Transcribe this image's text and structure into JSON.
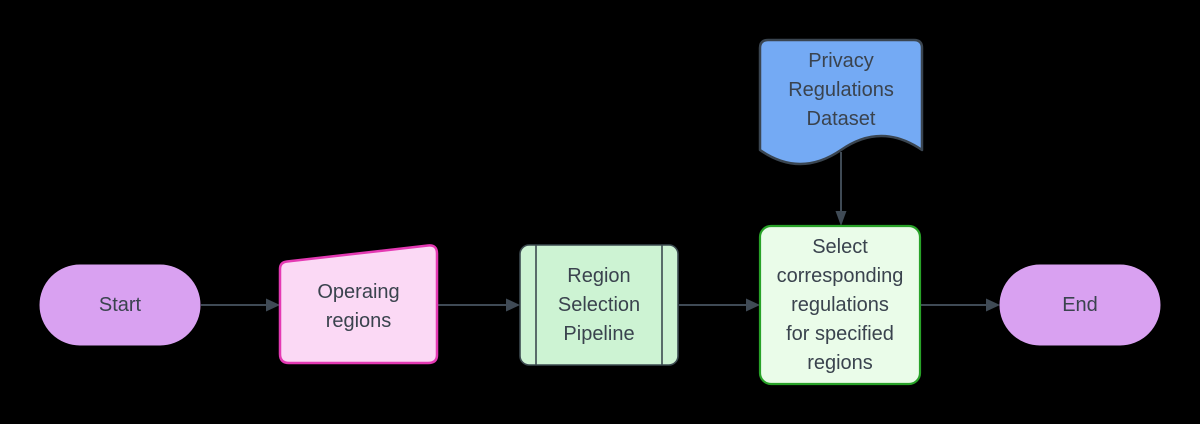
{
  "diagram": {
    "background_color": "#000000",
    "text_color": "#3a434e",
    "connector_color": "#3f4a55",
    "nodes": {
      "start": {
        "label": "Start",
        "shape": "terminator-pill",
        "fill": "#d9a1f1",
        "stroke": "#d9a1f1"
      },
      "operating_regions": {
        "label": "Operaing\nregions",
        "shape": "manual-input-trapezoid",
        "fill": "#fbd9f5",
        "stroke": "#e439b3"
      },
      "region_selection_pipeline": {
        "label": "Region\nSelection\nPipeline",
        "shape": "predefined-process",
        "fill": "#cdf3d3",
        "stroke": "#3c4a50"
      },
      "select_regulations": {
        "label": "Select\ncorresponding\nregulations\nfor specified\nregions",
        "shape": "process-rounded-rect",
        "fill": "#eafce9",
        "stroke": "#28a228"
      },
      "privacy_regulations_dataset": {
        "label": "Privacy\nRegulations\nDataset",
        "shape": "document",
        "fill": "#74aaf4",
        "stroke": "#3a4550"
      },
      "end": {
        "label": "End",
        "shape": "terminator-pill",
        "fill": "#d9a1f1",
        "stroke": "#d9a1f1"
      }
    },
    "connectors": [
      {
        "from": "start",
        "to": "operating_regions"
      },
      {
        "from": "operating_regions",
        "to": "region_selection_pipeline"
      },
      {
        "from": "region_selection_pipeline",
        "to": "select_regulations"
      },
      {
        "from": "select_regulations",
        "to": "end"
      },
      {
        "from": "privacy_regulations_dataset",
        "to": "select_regulations"
      }
    ]
  }
}
